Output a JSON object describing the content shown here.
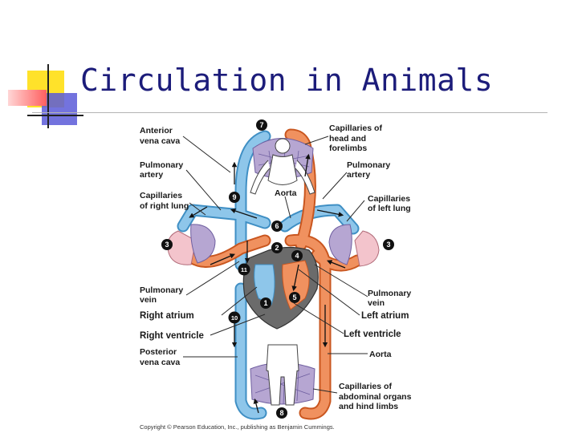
{
  "title": "Circulation in Animals",
  "labels": {
    "anterior_vena_cava": [
      "Anterior",
      "vena cava"
    ],
    "pulmonary_artery_right": [
      "Pulmonary",
      "artery"
    ],
    "capillaries_right_lung": [
      "Capillaries",
      "of right lung"
    ],
    "pulmonary_vein_right": [
      "Pulmonary",
      "vein"
    ],
    "right_atrium": "Right atrium",
    "right_ventricle": "Right ventricle",
    "posterior_vena_cava": [
      "Posterior",
      "vena cava"
    ],
    "capillaries_head": [
      "Capillaries of",
      "head and",
      "forelimbs"
    ],
    "pulmonary_artery_left": [
      "Pulmonary",
      "artery"
    ],
    "aorta_top": "Aorta",
    "capillaries_left_lung": [
      "Capillaries",
      "of left lung"
    ],
    "pulmonary_vein_left": [
      "Pulmonary",
      "vein"
    ],
    "left_atrium": "Left atrium",
    "left_ventricle": "Left ventricle",
    "aorta_bottom": "Aorta",
    "capillaries_abdominal": [
      "Capillaries of",
      "abdominal organs",
      "and hind limbs"
    ]
  },
  "numbers": [
    "1",
    "2",
    "3",
    "3",
    "4",
    "5",
    "6",
    "7",
    "8",
    "9",
    "10",
    "11"
  ],
  "copyright": "Copyright © Pearson Education, Inc., publishing as Benjamin Cummings.",
  "colors": {
    "oxygen_poor": "#8ec6ea",
    "oxygen_poor_dark": "#3f8fc4",
    "oxygen_rich": "#f0915f",
    "oxygen_rich_dark": "#c9561f",
    "capillary": "#b6a6d2",
    "lung": "#f3c4cc",
    "heart": "#6b6b6b",
    "title": "#1c1c7a"
  }
}
